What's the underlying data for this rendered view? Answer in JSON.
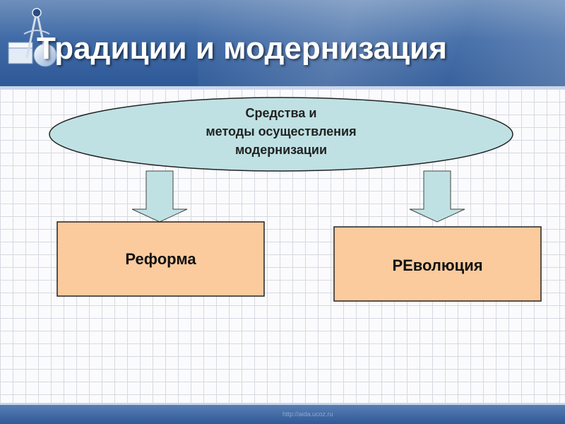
{
  "slide": {
    "title": "Традиции и модернизация",
    "footer_url": "http://aida.ucoz.ru"
  },
  "diagram": {
    "central_node": {
      "lines": [
        "Средства и",
        "методы осуществления",
        "модернизации"
      ]
    },
    "branches": [
      {
        "label": "Реформа"
      },
      {
        "label": "РЕволюция"
      }
    ]
  },
  "colors": {
    "header_blue": "#3f6aa6",
    "ellipse_fill": "#bfe1e3",
    "box_fill": "#fbcb9d",
    "arrow_fill": "#bfe1e3"
  }
}
